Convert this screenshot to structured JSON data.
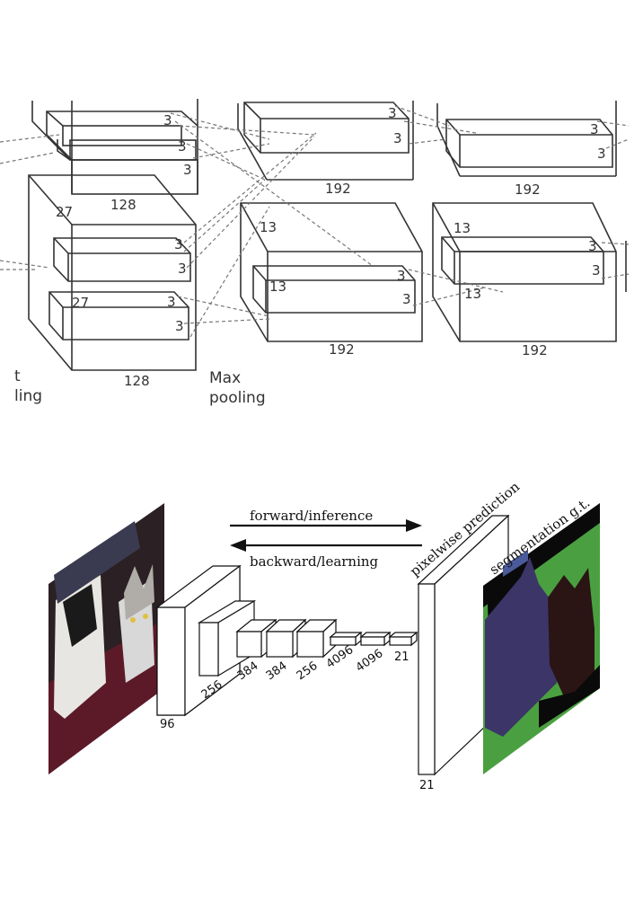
{
  "alexnet": {
    "row1": {
      "a": "3",
      "b": "3",
      "c": "3",
      "d": "3",
      "e": "3",
      "f": "3",
      "g": "3"
    },
    "row2": {
      "a": "3",
      "b": "3",
      "c": "3",
      "d": "3",
      "e": "3",
      "f": "3",
      "g": "3",
      "h": "3"
    },
    "dims": {
      "d27a": "27",
      "d27b": "27",
      "d13a": "13",
      "d13b": "13",
      "d13c": "13",
      "d13d": "13"
    },
    "widths": {
      "w128a": "128",
      "w128b": "128",
      "w192a": "192",
      "w192b": "192",
      "w192c": "192",
      "w192d": "192"
    },
    "left_caption": [
      "t",
      "ling"
    ],
    "pool_caption": [
      "Max",
      "pooling"
    ]
  },
  "fcn": {
    "forward_label": "forward/inference",
    "backward_label": "backward/learning",
    "prediction_label": "pixelwise prediction",
    "gt_label": "segmentation g.t.",
    "layers": {
      "l96": "96",
      "l256a": "256",
      "l384a": "384",
      "l384b": "384",
      "l256b": "256",
      "l4096a": "4096",
      "l4096b": "4096",
      "l21a": "21",
      "l21b": "21"
    },
    "colors": {
      "green": "#4aa040",
      "dog_purple": "#3c3568",
      "cat_maroon": "#2a1414",
      "photo_dark": "#2b2023",
      "photo_red": "#5c1a28"
    }
  }
}
